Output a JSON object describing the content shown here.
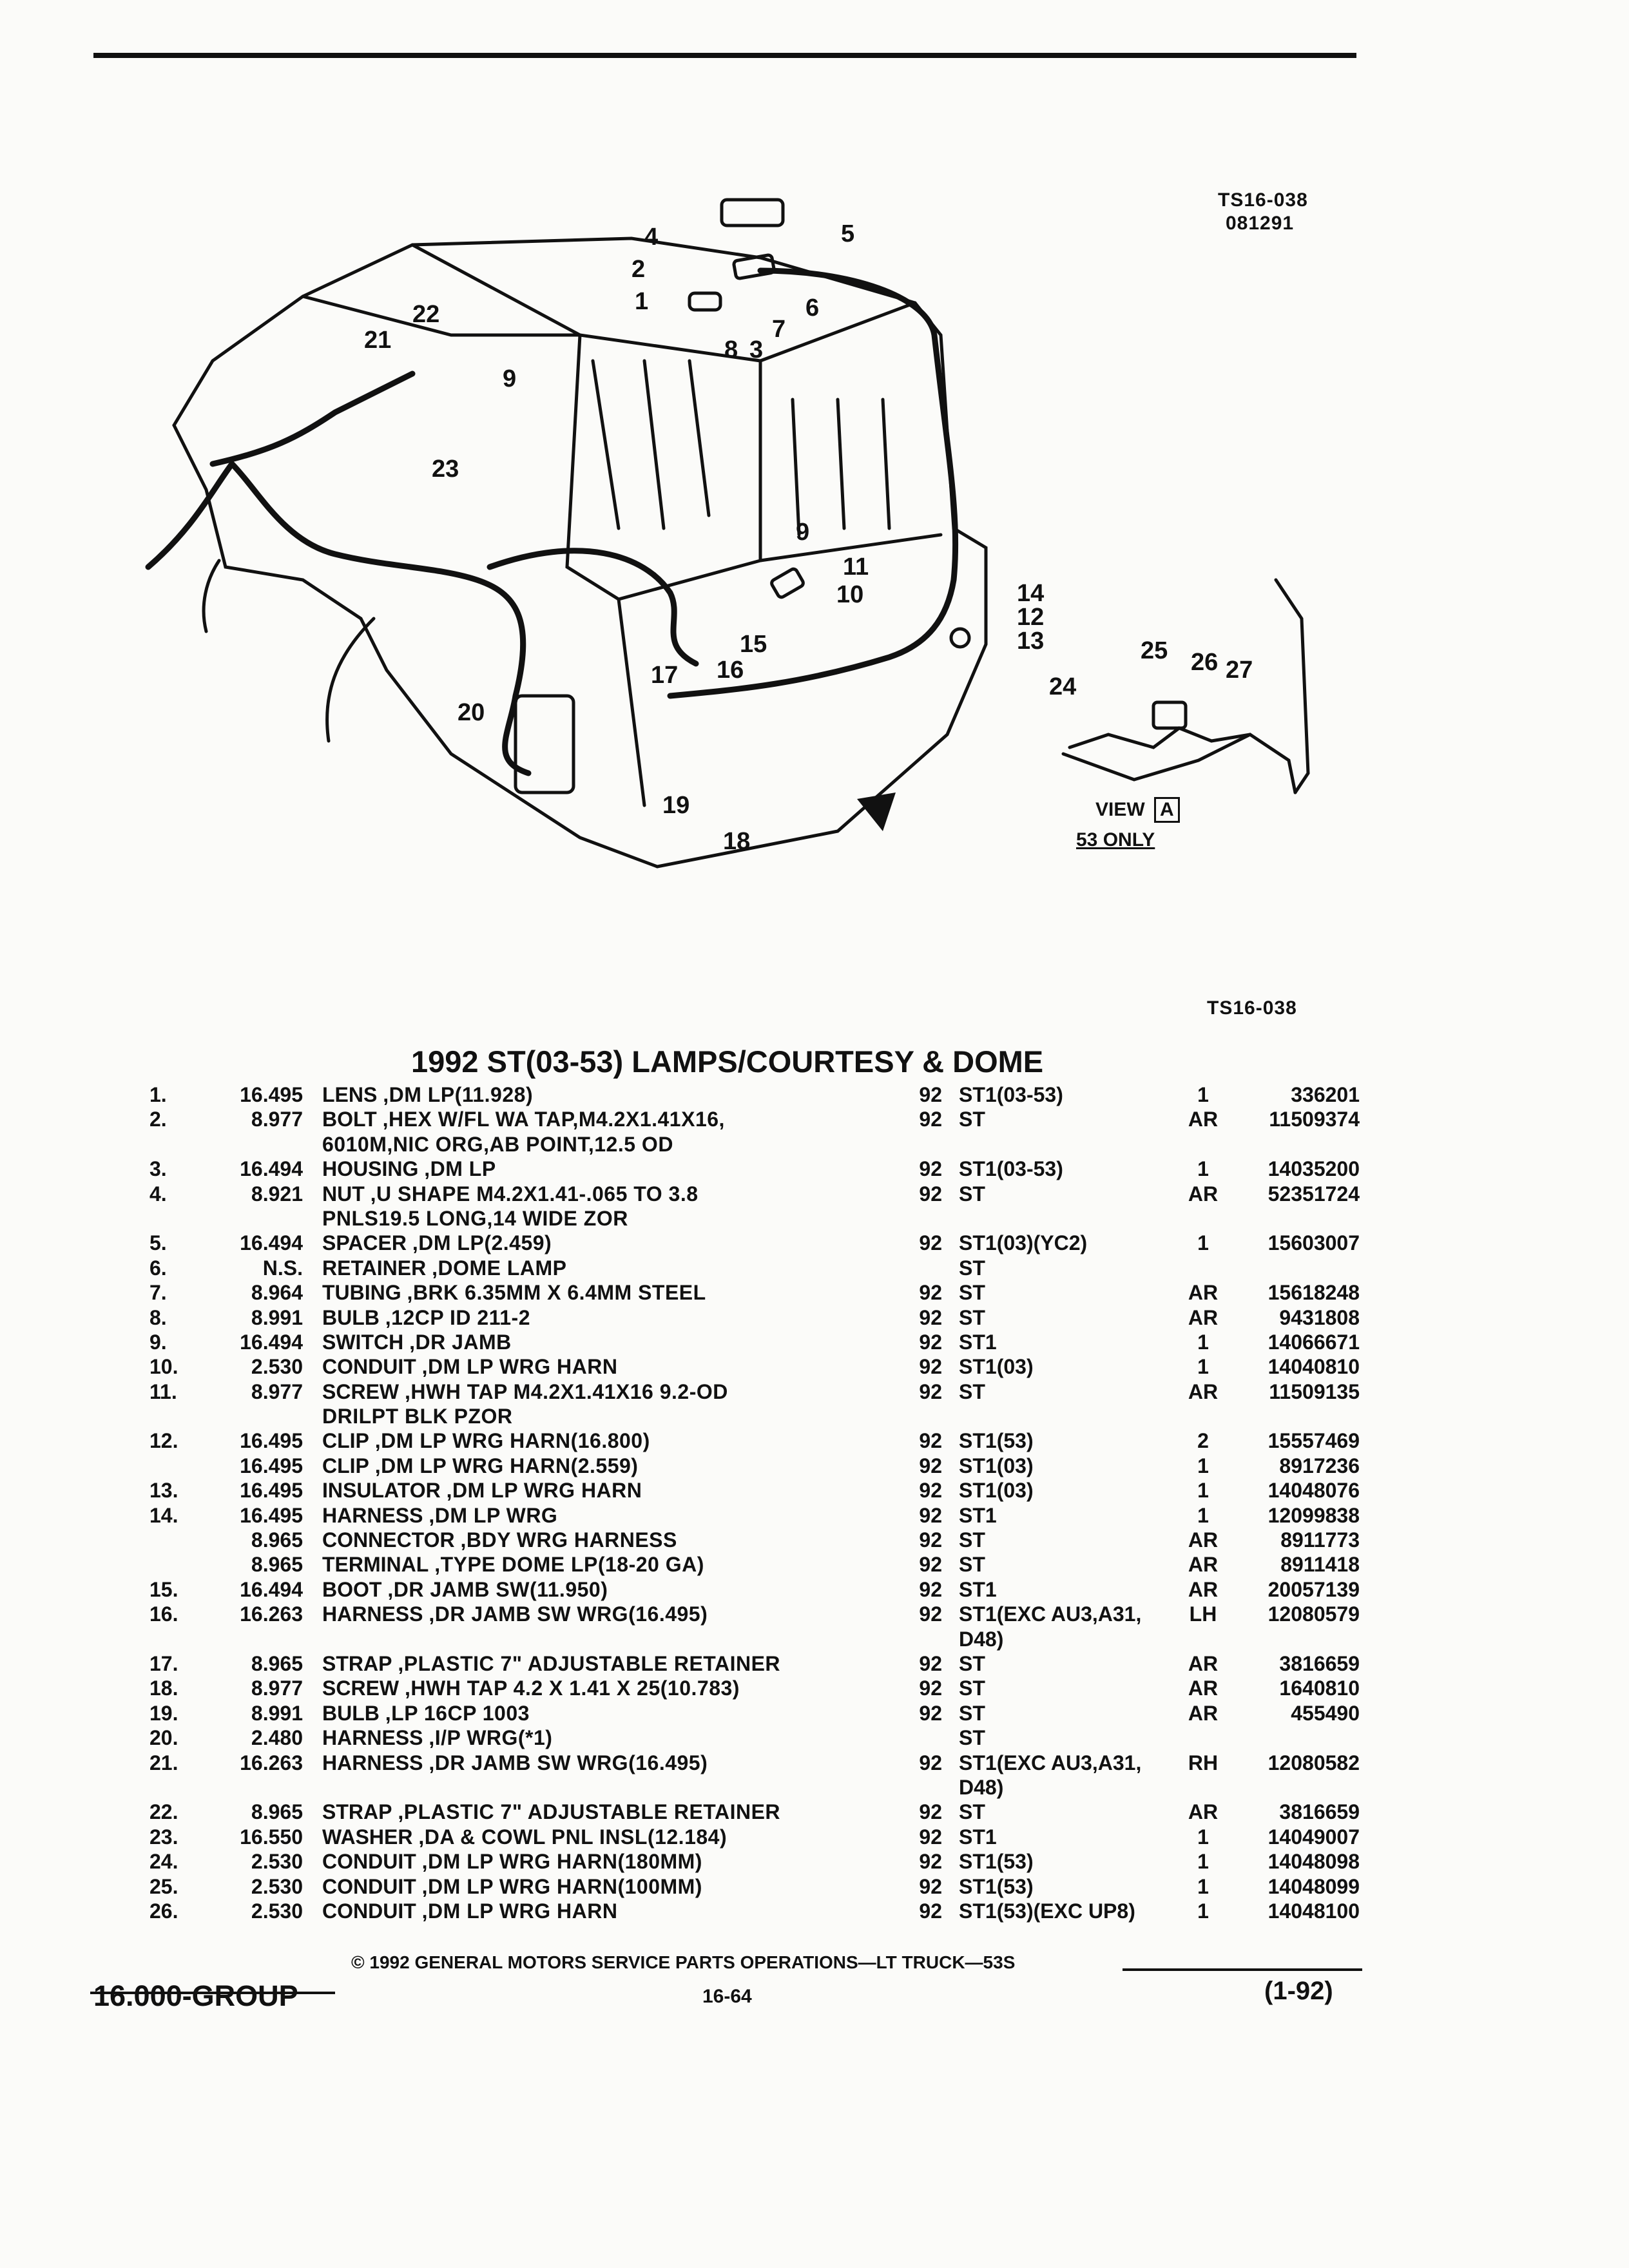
{
  "diagram": {
    "ref_top": "TS16-038",
    "date_code": "081291",
    "ref_bottom": "TS16-038",
    "view_label": "VIEW",
    "view_letter": "A",
    "view_note": "53 ONLY",
    "callouts": [
      "1",
      "2",
      "3",
      "4",
      "5",
      "6",
      "7",
      "8",
      "9",
      "9",
      "10",
      "11",
      "12",
      "13",
      "14",
      "15",
      "16",
      "17",
      "18",
      "19",
      "20",
      "21",
      "22",
      "23",
      "24",
      "25",
      "26",
      "27"
    ]
  },
  "title": "1992 ST(03-53) LAMPS/COURTESY & DOME",
  "parts": [
    {
      "idx": "1.",
      "grp": "16.495",
      "name": "LENS",
      "detail": ",DM LP(11.928)",
      "year": "92",
      "model": "ST1(03-53)",
      "qty": "1",
      "part": "336201"
    },
    {
      "idx": "2.",
      "grp": "8.977",
      "name": "BOLT",
      "detail": ",HEX W/FL WA TAP,M4.2X1.41X16,",
      "year": "92",
      "model": "ST",
      "qty": "AR",
      "part": "11509374"
    },
    {
      "idx": "",
      "grp": "",
      "name": "",
      "detail": "6010M,NIC ORG,AB POINT,12.5 OD",
      "year": "",
      "model": "",
      "qty": "",
      "part": ""
    },
    {
      "idx": "3.",
      "grp": "16.494",
      "name": "HOUSING",
      "detail": ",DM LP",
      "year": "92",
      "model": "ST1(03-53)",
      "qty": "1",
      "part": "14035200"
    },
    {
      "idx": "4.",
      "grp": "8.921",
      "name": "NUT",
      "detail": ",U SHAPE M4.2X1.41-.065 TO 3.8",
      "year": "92",
      "model": "ST",
      "qty": "AR",
      "part": "52351724"
    },
    {
      "idx": "",
      "grp": "",
      "name": "",
      "detail": "PNLS19.5 LONG,14 WIDE ZOR",
      "year": "",
      "model": "",
      "qty": "",
      "part": ""
    },
    {
      "idx": "5.",
      "grp": "16.494",
      "name": "SPACER",
      "detail": ",DM LP(2.459)",
      "year": "92",
      "model": "ST1(03)(YC2)",
      "qty": "1",
      "part": "15603007"
    },
    {
      "idx": "6.",
      "grp": "N.S.",
      "name": "RETAINER",
      "detail": ",DOME LAMP",
      "year": "",
      "model": "ST",
      "qty": "",
      "part": ""
    },
    {
      "idx": "7.",
      "grp": "8.964",
      "name": "TUBING",
      "detail": ",BRK 6.35MM X 6.4MM STEEL",
      "year": "92",
      "model": "ST",
      "qty": "AR",
      "part": "15618248"
    },
    {
      "idx": "8.",
      "grp": "8.991",
      "name": "BULB",
      "detail": ",12CP ID 211-2",
      "year": "92",
      "model": "ST",
      "qty": "AR",
      "part": "9431808"
    },
    {
      "idx": "9.",
      "grp": "16.494",
      "name": "SWITCH",
      "detail": ",DR JAMB",
      "year": "92",
      "model": "ST1",
      "qty": "1",
      "part": "14066671"
    },
    {
      "idx": "10.",
      "grp": "2.530",
      "name": "CONDUIT",
      "detail": ",DM LP WRG HARN",
      "year": "92",
      "model": "ST1(03)",
      "qty": "1",
      "part": "14040810"
    },
    {
      "idx": "11.",
      "grp": "8.977",
      "name": "SCREW",
      "detail": ",HWH TAP M4.2X1.41X16 9.2-OD",
      "year": "92",
      "model": "ST",
      "qty": "AR",
      "part": "11509135"
    },
    {
      "idx": "",
      "grp": "",
      "name": "",
      "detail": "DRILPT BLK PZOR",
      "year": "",
      "model": "",
      "qty": "",
      "part": ""
    },
    {
      "idx": "12.",
      "grp": "16.495",
      "name": "CLIP",
      "detail": ",DM LP WRG HARN(16.800)",
      "year": "92",
      "model": "ST1(53)",
      "qty": "2",
      "part": "15557469"
    },
    {
      "idx": "",
      "grp": "16.495",
      "name": "CLIP",
      "detail": ",DM LP WRG HARN(2.559)",
      "year": "92",
      "model": "ST1(03)",
      "qty": "1",
      "part": "8917236"
    },
    {
      "idx": "13.",
      "grp": "16.495",
      "name": "INSULATOR",
      "detail": ",DM LP WRG HARN",
      "year": "92",
      "model": "ST1(03)",
      "qty": "1",
      "part": "14048076"
    },
    {
      "idx": "14.",
      "grp": "16.495",
      "name": "HARNESS",
      "detail": ",DM LP WRG",
      "year": "92",
      "model": "ST1",
      "qty": "1",
      "part": "12099838"
    },
    {
      "idx": "",
      "grp": "8.965",
      "name": "CONNECTOR",
      "detail": ",BDY WRG HARNESS",
      "year": "92",
      "model": "ST",
      "qty": "AR",
      "part": "8911773"
    },
    {
      "idx": "",
      "grp": "8.965",
      "name": "TERMINAL",
      "detail": ",TYPE DOME LP(18-20 GA)",
      "year": "92",
      "model": "ST",
      "qty": "AR",
      "part": "8911418"
    },
    {
      "idx": "15.",
      "grp": "16.494",
      "name": "BOOT",
      "detail": ",DR JAMB SW(11.950)",
      "year": "92",
      "model": "ST1",
      "qty": "AR",
      "part": "20057139"
    },
    {
      "idx": "16.",
      "grp": "16.263",
      "name": "HARNESS",
      "detail": ",DR JAMB SW WRG(16.495)",
      "year": "92",
      "model": "ST1(EXC AU3,A31,",
      "qty": "LH",
      "part": "12080579"
    },
    {
      "idx": "",
      "grp": "",
      "name": "",
      "detail": "",
      "year": "",
      "model": "D48)",
      "qty": "",
      "part": ""
    },
    {
      "idx": "17.",
      "grp": "8.965",
      "name": "STRAP",
      "detail": ",PLASTIC 7\" ADJUSTABLE RETAINER",
      "year": "92",
      "model": "ST",
      "qty": "AR",
      "part": "3816659"
    },
    {
      "idx": "18.",
      "grp": "8.977",
      "name": "SCREW",
      "detail": ",HWH TAP 4.2 X 1.41 X 25(10.783)",
      "year": "92",
      "model": "ST",
      "qty": "AR",
      "part": "1640810"
    },
    {
      "idx": "19.",
      "grp": "8.991",
      "name": "BULB",
      "detail": ",LP 16CP 1003",
      "year": "92",
      "model": "ST",
      "qty": "AR",
      "part": "455490"
    },
    {
      "idx": "20.",
      "grp": "2.480",
      "name": "HARNESS",
      "detail": ",I/P WRG(*1)",
      "year": "",
      "model": "ST",
      "qty": "",
      "part": ""
    },
    {
      "idx": "21.",
      "grp": "16.263",
      "name": "HARNESS",
      "detail": ",DR JAMB SW WRG(16.495)",
      "year": "92",
      "model": "ST1(EXC AU3,A31,",
      "qty": "RH",
      "part": "12080582"
    },
    {
      "idx": "",
      "grp": "",
      "name": "",
      "detail": "",
      "year": "",
      "model": "D48)",
      "qty": "",
      "part": ""
    },
    {
      "idx": "22.",
      "grp": "8.965",
      "name": "STRAP",
      "detail": ",PLASTIC 7\" ADJUSTABLE RETAINER",
      "year": "92",
      "model": "ST",
      "qty": "AR",
      "part": "3816659"
    },
    {
      "idx": "23.",
      "grp": "16.550",
      "name": "WASHER",
      "detail": ",DA & COWL PNL INSL(12.184)",
      "year": "92",
      "model": "ST1",
      "qty": "1",
      "part": "14049007"
    },
    {
      "idx": "24.",
      "grp": "2.530",
      "name": "CONDUIT",
      "detail": ",DM LP WRG HARN(180MM)",
      "year": "92",
      "model": "ST1(53)",
      "qty": "1",
      "part": "14048098"
    },
    {
      "idx": "25.",
      "grp": "2.530",
      "name": "CONDUIT",
      "detail": ",DM LP WRG HARN(100MM)",
      "year": "92",
      "model": "ST1(53)",
      "qty": "1",
      "part": "14048099"
    },
    {
      "idx": "26.",
      "grp": "2.530",
      "name": "CONDUIT",
      "detail": ",DM LP WRG HARN",
      "year": "92",
      "model": "ST1(53)(EXC UP8)",
      "qty": "1",
      "part": "14048100"
    }
  ],
  "footer": {
    "copyright": "© 1992 GENERAL MOTORS SERVICE PARTS OPERATIONS—LT TRUCK—53S",
    "group": "16.000-GROUP",
    "page": "16-64",
    "date": "(1-92)"
  }
}
